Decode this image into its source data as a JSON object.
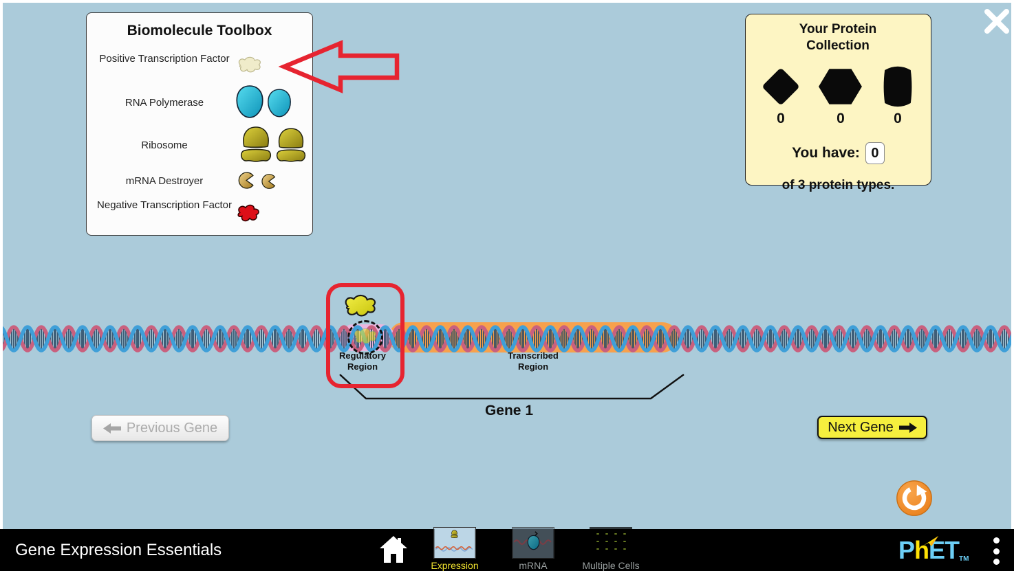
{
  "window": {
    "background_color": "#abcbda",
    "close_icon": "x-close"
  },
  "toolbox": {
    "title": "Biomolecule Toolbox",
    "items": [
      {
        "label": "Positive Transcription Factor",
        "icon": "positive-transcription-factor-icon",
        "count_shown": 1
      },
      {
        "label": "RNA Polymerase",
        "icon": "rna-polymerase-icon",
        "count_shown": 2
      },
      {
        "label": "Ribosome",
        "icon": "ribosome-icon",
        "count_shown": 2
      },
      {
        "label": "mRNA Destroyer",
        "icon": "mrna-destroyer-icon",
        "count_shown": 2
      },
      {
        "label": "Negative Transcription Factor",
        "icon": "negative-transcription-factor-icon",
        "count_shown": 1
      }
    ]
  },
  "protein_collection": {
    "title": "Your Protein Collection",
    "shapes": [
      "diamond",
      "hexagon",
      "cylinder"
    ],
    "counts": [
      "0",
      "0",
      "0"
    ],
    "you_have_label": "You have:",
    "you_have_count": "0",
    "footer": "of 3 protein types."
  },
  "dna": {
    "regulatory_region_label": "Regulatory Region",
    "transcribed_region_label": "Transcribed Region",
    "gene_label": "Gene 1",
    "strand_blue": "#3f9fd8",
    "strand_pink": "#c9607e",
    "transcribed_highlight": "#f7a14c",
    "regulatory_highlight": "#eab6df"
  },
  "annotations": {
    "color": "#e62430",
    "arrow_target": "positive-transcription-factor-icon",
    "box_target": "regulatory-region"
  },
  "controls": {
    "previous_gene_label": "Previous Gene",
    "previous_enabled": false,
    "next_gene_label": "Next Gene",
    "next_button_color": "#f6ef3e",
    "reset_button_color": "#f08a2a"
  },
  "navbar": {
    "title": "Gene Expression Essentials",
    "tabs": [
      {
        "label": "Expression",
        "selected": true
      },
      {
        "label": "mRNA",
        "selected": false
      },
      {
        "label": "Multiple Cells",
        "selected": false
      }
    ],
    "logo": {
      "p": "P",
      "h": "h",
      "et": "ET",
      "tm": "TM"
    },
    "selected_tab_color": "#f1e32f"
  },
  "icons": {
    "close-icon": "white X strokes",
    "home-icon": "white house with chimney",
    "reset-icon": "white circular arrow on orange disc",
    "menu-dots-icon": "three vertical white dots",
    "previous-arrow-icon": "gray left arrow",
    "next-arrow-icon": "black right arrow"
  }
}
